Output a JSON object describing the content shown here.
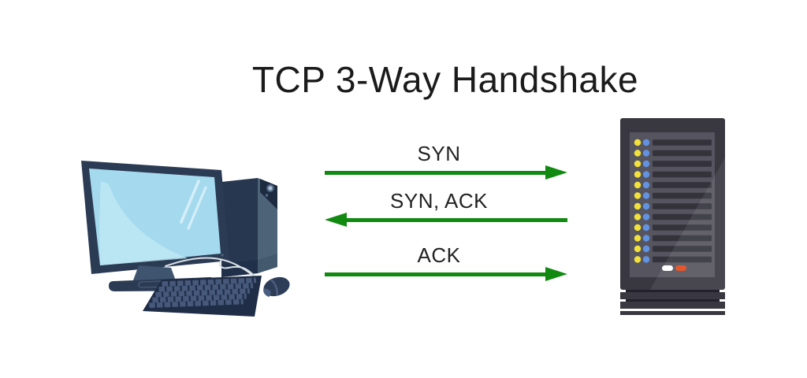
{
  "title": "TCP 3-Way Handshake",
  "colors": {
    "background": "#ffffff",
    "title_text": "#1b1b1b",
    "label_text": "#222222",
    "arrow_green": "#128a12",
    "client_navy": "#2c3b54",
    "client_screen_blue": "#a5daee",
    "server_body": "#393841",
    "server_panel": "#56555f",
    "server_led_yellow": "#f3e13b",
    "server_led_blue": "#6292e2",
    "server_button_white": "#ffffff",
    "server_button_orange": "#e2491d"
  },
  "handshake": {
    "endpoints": {
      "left": "client-computer",
      "right": "server-tower"
    },
    "messages": [
      {
        "label": "SYN",
        "direction": "right"
      },
      {
        "label": "SYN, ACK",
        "direction": "left"
      },
      {
        "label": "ACK",
        "direction": "right"
      }
    ]
  }
}
